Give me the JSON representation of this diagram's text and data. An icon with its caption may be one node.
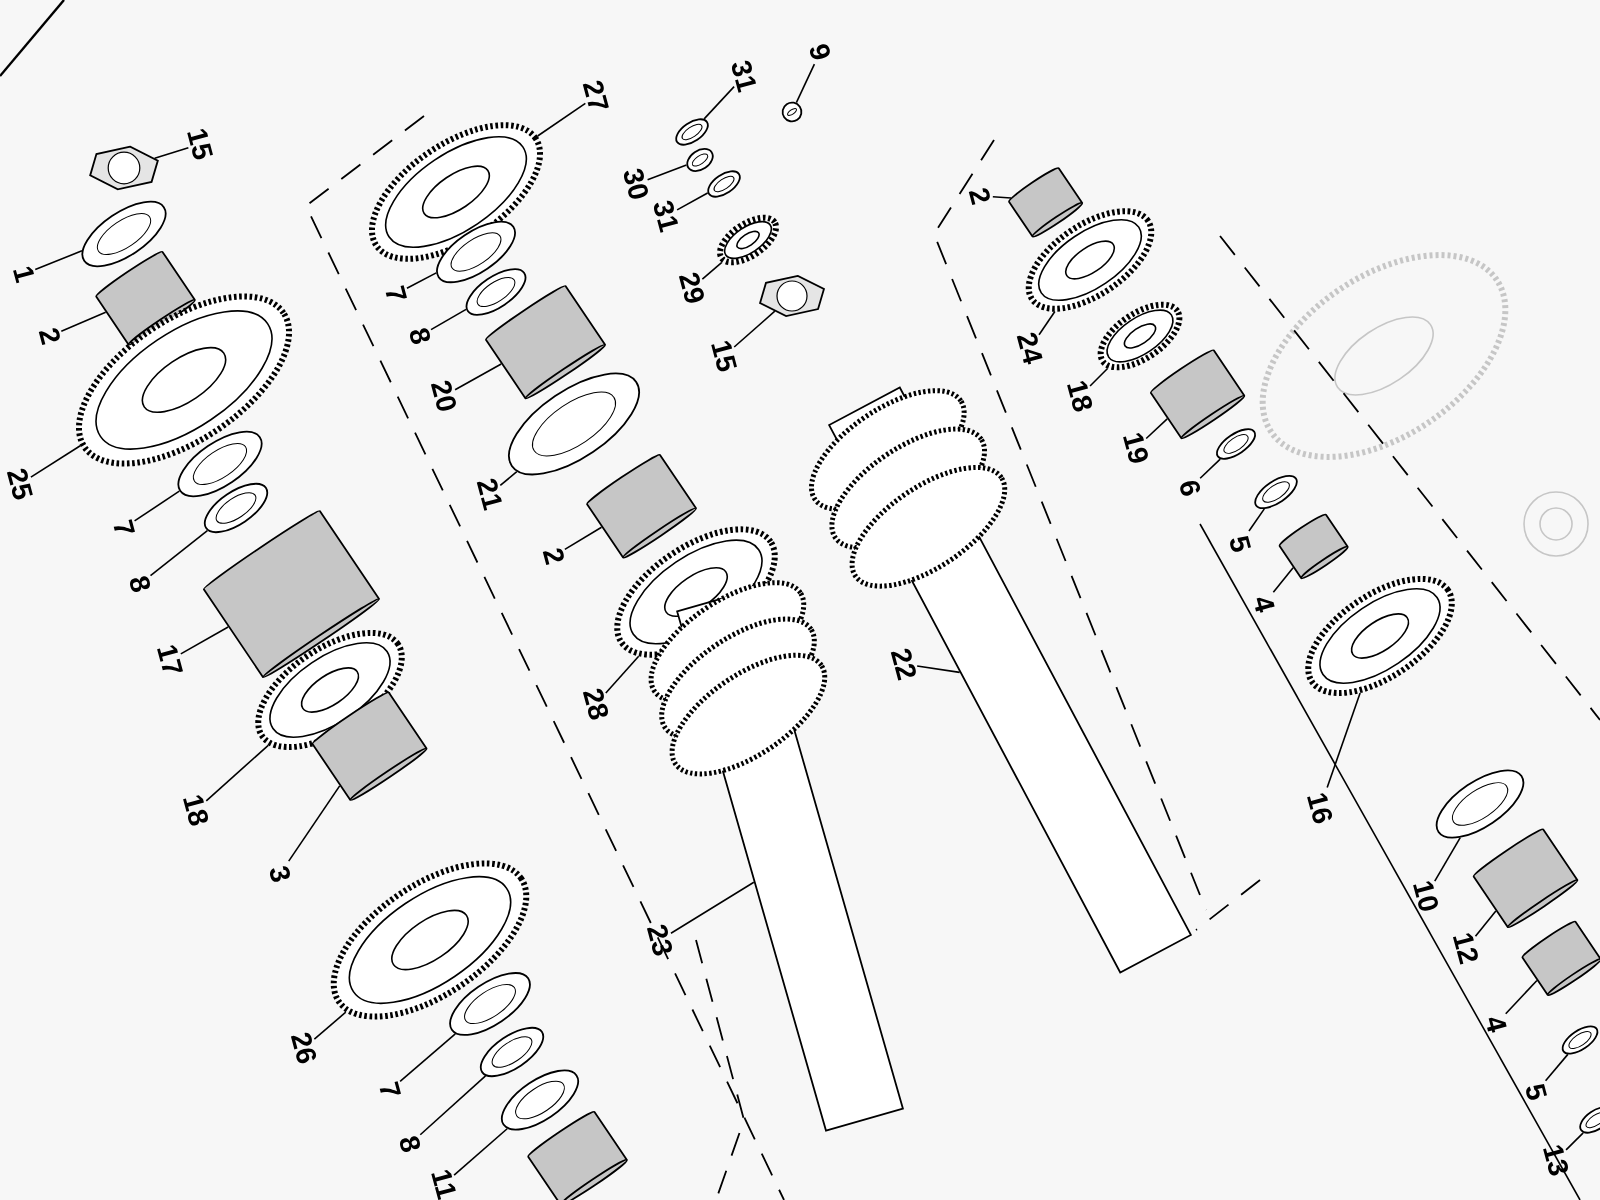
{
  "diagram": {
    "nodes": [
      {
        "text": [
          "15"
        ]
      },
      {
        "text": [],
        "shape": "hexagon"
      },
      {
        "text": [
          "1"
        ]
      },
      {
        "text": [],
        "shape": "circle"
      },
      {
        "text": [
          "2"
        ]
      },
      {
        "text": [],
        "shape": "cylinder"
      },
      {
        "text": [
          "25"
        ]
      },
      {
        "text": [],
        "shape": "picture"
      },
      {
        "text": [
          "7"
        ]
      },
      {
        "text": [],
        "shape": "circle"
      },
      {
        "text": [
          "8"
        ]
      },
      {
        "text": [],
        "shape": "circle"
      },
      {
        "text": [
          "17"
        ]
      },
      {
        "text": [],
        "shape": "cylinder"
      },
      {
        "text": [
          "18"
        ]
      },
      {
        "text": [],
        "shape": "picture"
      },
      {
        "text": [
          "3"
        ]
      },
      {
        "text": [],
        "shape": "cylinder"
      },
      {
        "text": [
          "26"
        ]
      },
      {
        "text": [],
        "shape": "picture"
      },
      {
        "text": [
          "7"
        ]
      },
      {
        "text": [],
        "shape": "circle"
      },
      {
        "text": [
          "8"
        ]
      },
      {
        "text": [],
        "shape": "circle"
      },
      {
        "text": [
          "11"
        ]
      },
      {
        "text": [],
        "shape": "circle"
      },
      {
        "text": [
          "27"
        ]
      },
      {
        "text": [],
        "shape": "picture"
      },
      {
        "text": [
          "7"
        ]
      },
      {
        "text": [],
        "shape": "circle"
      },
      {
        "text": [
          "8"
        ]
      },
      {
        "text": [],
        "shape": "circle"
      },
      {
        "text": [
          "20"
        ]
      },
      {
        "text": [],
        "shape": "cylinder"
      },
      {
        "text": [
          "21"
        ]
      },
      {
        "text": [],
        "shape": "circle"
      },
      {
        "text": [
          "2"
        ]
      },
      {
        "text": [],
        "shape": "cylinder"
      },
      {
        "text": [
          "28"
        ]
      },
      {
        "text": [],
        "shape": "picture"
      },
      {
        "text": [
          "23"
        ]
      },
      {
        "text": [],
        "shape": "bar"
      },
      {
        "text": [
          "31"
        ]
      },
      {
        "text": [],
        "shape": "circle"
      },
      {
        "text": [
          "9"
        ]
      },
      {
        "text": [],
        "shape": "circle"
      },
      {
        "text": [
          "30"
        ]
      },
      {
        "text": [],
        "shape": "circle"
      },
      {
        "text": [
          "31"
        ]
      },
      {
        "text": [],
        "shape": "circle"
      },
      {
        "text": [
          "29"
        ]
      },
      {
        "text": [],
        "shape": "picture"
      },
      {
        "text": [
          "15"
        ]
      },
      {
        "text": [],
        "shape": "hexagon"
      },
      {
        "text": [
          "22"
        ]
      },
      {
        "text": [],
        "shape": "bar"
      },
      {
        "text": [
          "2"
        ]
      },
      {
        "text": [],
        "shape": "cylinder"
      },
      {
        "text": [
          "24"
        ]
      },
      {
        "text": [],
        "shape": "picture"
      },
      {
        "text": [
          "18"
        ]
      },
      {
        "text": [],
        "shape": "picture"
      },
      {
        "text": [
          "19"
        ]
      },
      {
        "text": [],
        "shape": "cylinder"
      },
      {
        "text": [
          "6"
        ]
      },
      {
        "text": [],
        "shape": "circle"
      },
      {
        "text": [
          "5"
        ]
      },
      {
        "text": [],
        "shape": "circle"
      },
      {
        "text": [
          "4"
        ]
      },
      {
        "text": [],
        "shape": "cylinder"
      },
      {
        "text": [
          "16"
        ]
      },
      {
        "text": [],
        "shape": "picture"
      },
      {
        "text": [
          "10"
        ]
      },
      {
        "text": [],
        "shape": "circle"
      },
      {
        "text": [
          "12"
        ]
      },
      {
        "text": [],
        "shape": "cylinder"
      },
      {
        "text": [
          "4"
        ]
      },
      {
        "text": [],
        "shape": "cylinder"
      },
      {
        "text": [
          "5"
        ]
      },
      {
        "text": [],
        "shape": "circle"
      },
      {
        "text": [
          "13"
        ]
      },
      {
        "text": [],
        "shape": "circle"
      },
      {
        "text": [],
        "shape": "cylinder"
      }
    ],
    "edges": [
      {
        "from": 0,
        "to": 1,
        "arrow": "none"
      },
      {
        "from": 2,
        "to": 3,
        "arrow": "none"
      },
      {
        "from": 4,
        "to": 5,
        "arrow": "none"
      },
      {
        "from": 6,
        "to": 7,
        "arrow": "none"
      },
      {
        "from": 8,
        "to": 9,
        "arrow": "none"
      },
      {
        "from": 10,
        "to": 11,
        "arrow": "none"
      },
      {
        "from": 12,
        "to": 13,
        "arrow": "none"
      },
      {
        "from": 14,
        "to": 15,
        "arrow": "none"
      },
      {
        "from": 16,
        "to": 17,
        "arrow": "none"
      },
      {
        "from": 18,
        "to": 19,
        "arrow": "none"
      },
      {
        "from": 20,
        "to": 21,
        "arrow": "none"
      },
      {
        "from": 22,
        "to": 23,
        "arrow": "none"
      },
      {
        "from": 24,
        "to": 25,
        "arrow": "none"
      },
      {
        "from": 26,
        "to": 27,
        "arrow": "none"
      },
      {
        "from": 28,
        "to": 29,
        "arrow": "none"
      },
      {
        "from": 30,
        "to": 31,
        "arrow": "none"
      },
      {
        "from": 32,
        "to": 33,
        "arrow": "none"
      },
      {
        "from": 34,
        "to": 35,
        "arrow": "none"
      },
      {
        "from": 36,
        "to": 37,
        "arrow": "none"
      },
      {
        "from": 38,
        "to": 39,
        "arrow": "none"
      },
      {
        "from": 40,
        "to": 41,
        "arrow": "none"
      },
      {
        "from": 42,
        "to": 43,
        "arrow": "none"
      },
      {
        "from": 44,
        "to": 45,
        "arrow": "none"
      },
      {
        "from": 46,
        "to": 47,
        "arrow": "none"
      },
      {
        "from": 48,
        "to": 49,
        "arrow": "none"
      },
      {
        "from": 50,
        "to": 51,
        "arrow": "none"
      },
      {
        "from": 52,
        "to": 53,
        "arrow": "none"
      },
      {
        "from": 54,
        "to": 55,
        "arrow": "none"
      },
      {
        "from": 56,
        "to": 57,
        "arrow": "none"
      },
      {
        "from": 58,
        "to": 59,
        "arrow": "none"
      },
      {
        "from": 60,
        "to": 61,
        "arrow": "none"
      },
      {
        "from": 62,
        "to": 63,
        "arrow": "none"
      },
      {
        "from": 64,
        "to": 65,
        "arrow": "none"
      },
      {
        "from": 66,
        "to": 67,
        "arrow": "none"
      },
      {
        "from": 68,
        "to": 69,
        "arrow": "none"
      },
      {
        "from": 70,
        "to": 71,
        "arrow": "none"
      },
      {
        "from": 72,
        "to": 73,
        "arrow": "none"
      },
      {
        "from": 74,
        "to": 75,
        "arrow": "none"
      },
      {
        "from": 76,
        "to": 77,
        "arrow": "none"
      },
      {
        "from": 78,
        "to": 79,
        "arrow": "none"
      },
      {
        "from": 80,
        "to": 81,
        "arrow": "none"
      }
    ]
  }
}
